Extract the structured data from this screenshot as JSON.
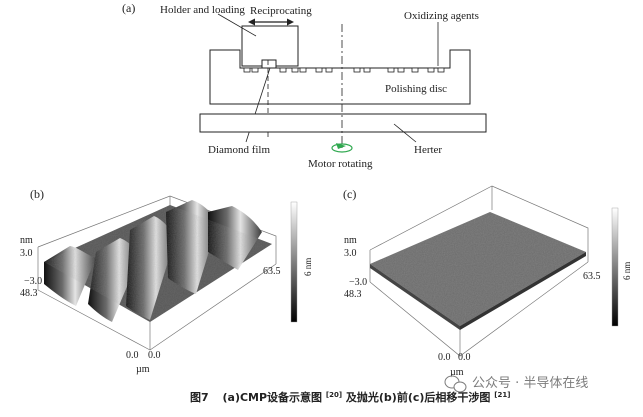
{
  "panel_a": {
    "label": "(a)",
    "holder_label": "Holder and loading",
    "reciprocating_label": "Reciprocating",
    "oxidizing_label": "Oxidizing agents",
    "polishing_label": "Polishing disc",
    "diamond_label": "Diamond film",
    "heater_label": "Herter",
    "motor_label": "Motor rotating"
  },
  "panel_b": {
    "label": "(b)",
    "nm_label": "nm",
    "z_top": "3.0",
    "z_bottom": "−3.0",
    "y_max": "48.3",
    "x_max": "63.5",
    "origin_y": "0.0",
    "origin_x": "0.0",
    "unit": "µm",
    "scale_label": "6 nm"
  },
  "panel_c": {
    "label": "(c)",
    "nm_label": "nm",
    "z_top": "3.0",
    "z_bottom": "−3.0",
    "y_max": "48.3",
    "x_max": "63.5",
    "origin_y": "0.0",
    "origin_x": "0.0",
    "unit": "µm",
    "scale_label": "6 nm"
  },
  "caption": {
    "fig_no": "图7",
    "text": "(a)CMP设备示意图",
    "ref1": "[20]",
    "text2": "及抛光(b)前(c)后相移干涉图",
    "ref2": "[21]"
  },
  "watermark": {
    "text": "公众号 · 半导体在线"
  },
  "colors": {
    "stroke": "#222222",
    "motor_arrow": "#2fa84f"
  }
}
